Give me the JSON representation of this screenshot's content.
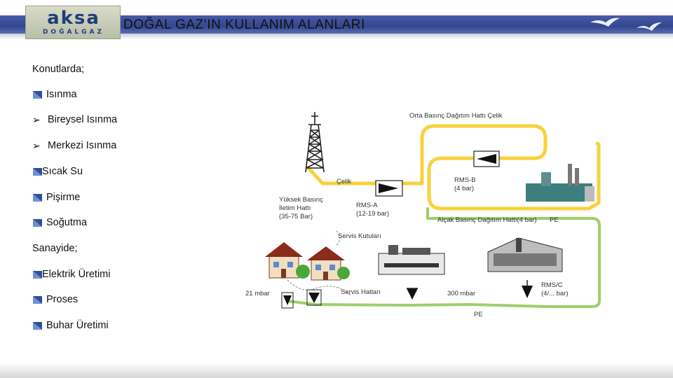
{
  "header": {
    "logo_text": "aksa",
    "logo_subtext": "DOĞALGAZ",
    "title": "DOĞAL GAZ’IN KULLANIM ALANLARI"
  },
  "list": {
    "konut_heading": "Konutlarda;",
    "isinma": "Isınma",
    "bireysel": "Bireysel Isınma",
    "merkezi": "Merkezi Isınma",
    "sicak_su": "Sıcak Su",
    "pisirme": "Pişirme",
    "sogutma": "Soğutma",
    "sanayi_heading": "Sanayide;",
    "elektrik": "Elektrik Üretimi",
    "proses": "Proses",
    "buhar": "Buhar Üretimi"
  },
  "diagram": {
    "orta_basinc": "Orta Basınç Dağıtım Hattı Çelik",
    "celik": "Çelik",
    "yuksek_1": "Yüksek Basınç",
    "yuksek_2": "İletim Hattı",
    "yuksek_3": "(35-75 Bar)",
    "rms_a_1": "RMS-A",
    "rms_a_2": "(12-19 bar)",
    "rms_b_1": "RMS-B",
    "rms_b_2": "(4 bar)",
    "alcak": "Alçak Basınç Dağıtım Hattı(4 bar)",
    "pe_top": "PE",
    "servis_kutulari": "Servis Kutuları",
    "servis_hatlari": "Servis Hatları",
    "mbar21": "21 mbar",
    "mbar300": "300 mbar",
    "rms_c_1": "RMS/C",
    "rms_c_2": "(4/... bar)",
    "pe_bottom": "PE"
  },
  "colors": {
    "header_bar": "#3a4c94",
    "bullet": "#2f4f9a",
    "pipe_yellow": "#f7d23a",
    "pipe_green": "#9ccf6a"
  }
}
